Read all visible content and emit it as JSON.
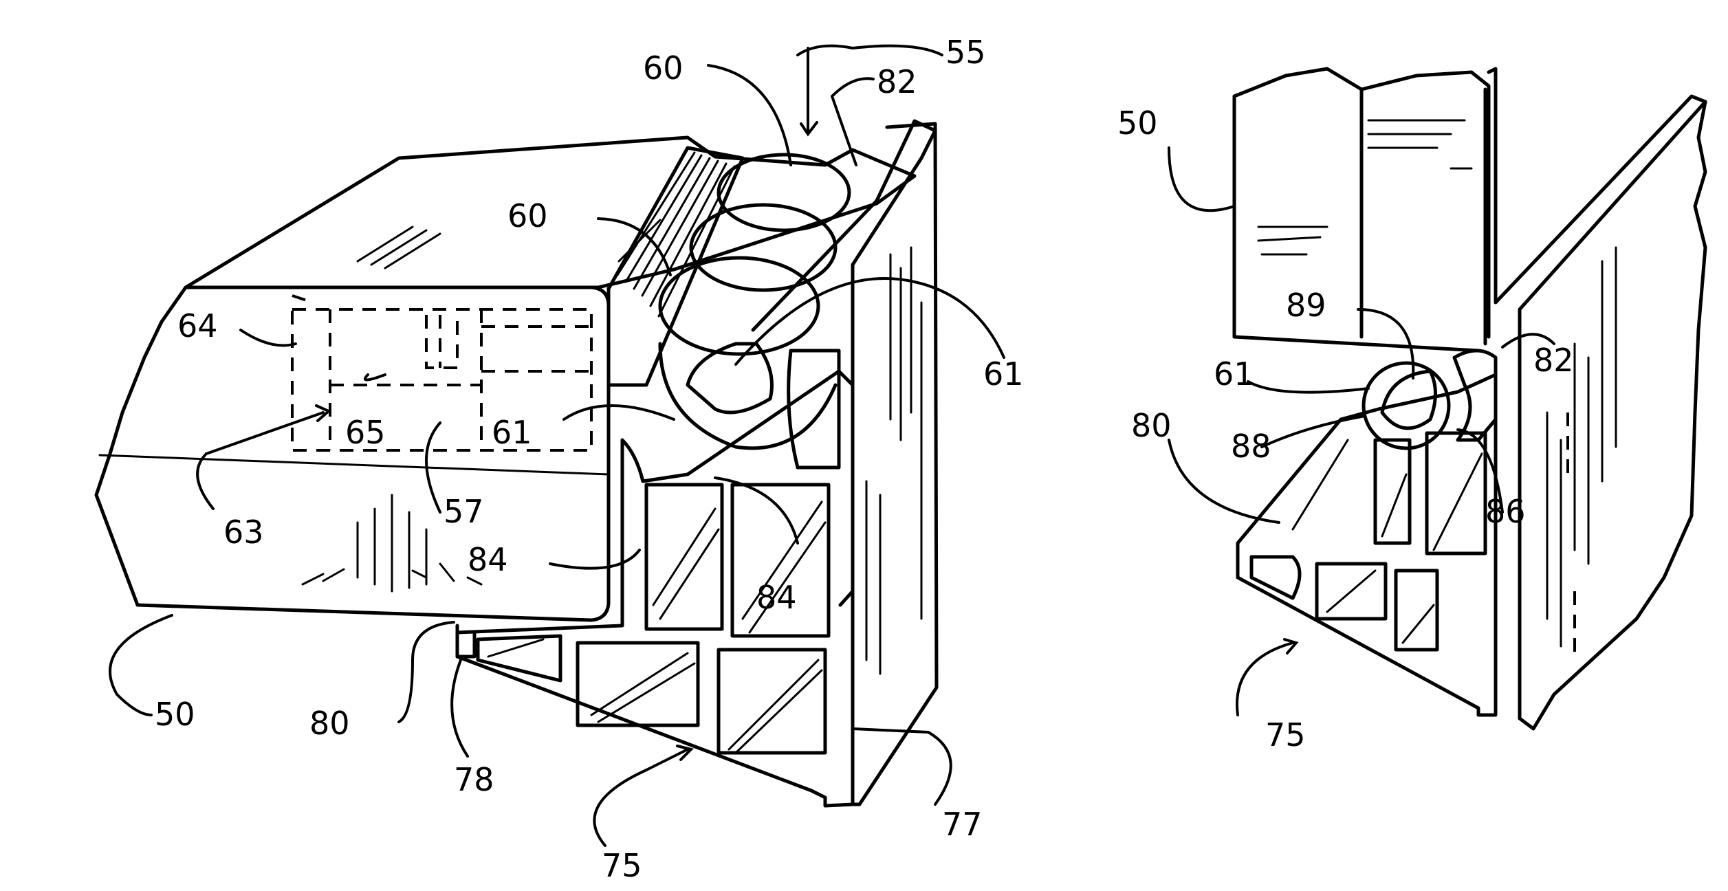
{
  "left_view": {
    "labels": [
      "60",
      "55",
      "82",
      "60",
      "64",
      "61",
      "65",
      "61",
      "63",
      "57",
      "84",
      "84",
      "50",
      "80",
      "78",
      "77",
      "75"
    ]
  },
  "right_view": {
    "labels": [
      "50",
      "89",
      "82",
      "61",
      "80",
      "88",
      "86",
      "75"
    ]
  }
}
